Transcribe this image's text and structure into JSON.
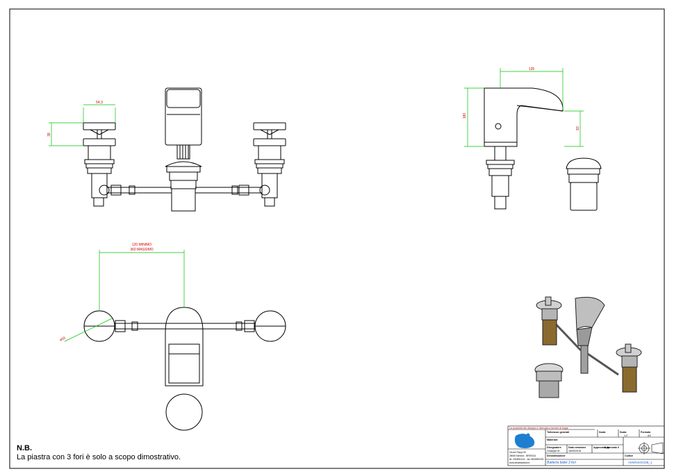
{
  "dimensions": {
    "handle_width": "54,3",
    "handle_height": "38",
    "spout_depth": "135",
    "spout_height": "180",
    "spout_outlet_height": "83",
    "center_min": "120 MINIMO",
    "center_max": "360 MASSIMO",
    "hole_dia": "ø55"
  },
  "note": {
    "title": "N.B.",
    "text": "La piastra con 3 fori è solo a scopo dimostrativo."
  },
  "title_block": {
    "header": "La proprietà del disegno è riservata a termini di legge",
    "tolerance_label": "Tolleranze generali",
    "scale_label": "Scala",
    "scale_value": "1:2",
    "format_label": "Formato",
    "format_value": "A3",
    "material_label": "Materiale",
    "drawn_label": "Disegnatore",
    "drawn_value": "Giuseppi M.",
    "date_label": "Data creazione",
    "date_value": "18/05/2018",
    "approved_label": "Approvato da",
    "approved2_label": "Approvato il",
    "desc_label": "Denominazione",
    "desc_value": "Batteria bidet 3 fori",
    "code_label": "Codice",
    "code_value": "AMONSOCDB_1",
    "company_lines": [
      "Via dei Pioppi 30",
      "25065 Sarezzo - BRESCIA",
      "tel. 030/8911111 - fax 030/8900000",
      "www.idealstandard.it"
    ]
  },
  "colors": {
    "line": "#000000",
    "dimension": "#00c000",
    "dimension_text": "#d00000",
    "logo": "#1e7fd0",
    "brass": "#8a6a2e"
  }
}
